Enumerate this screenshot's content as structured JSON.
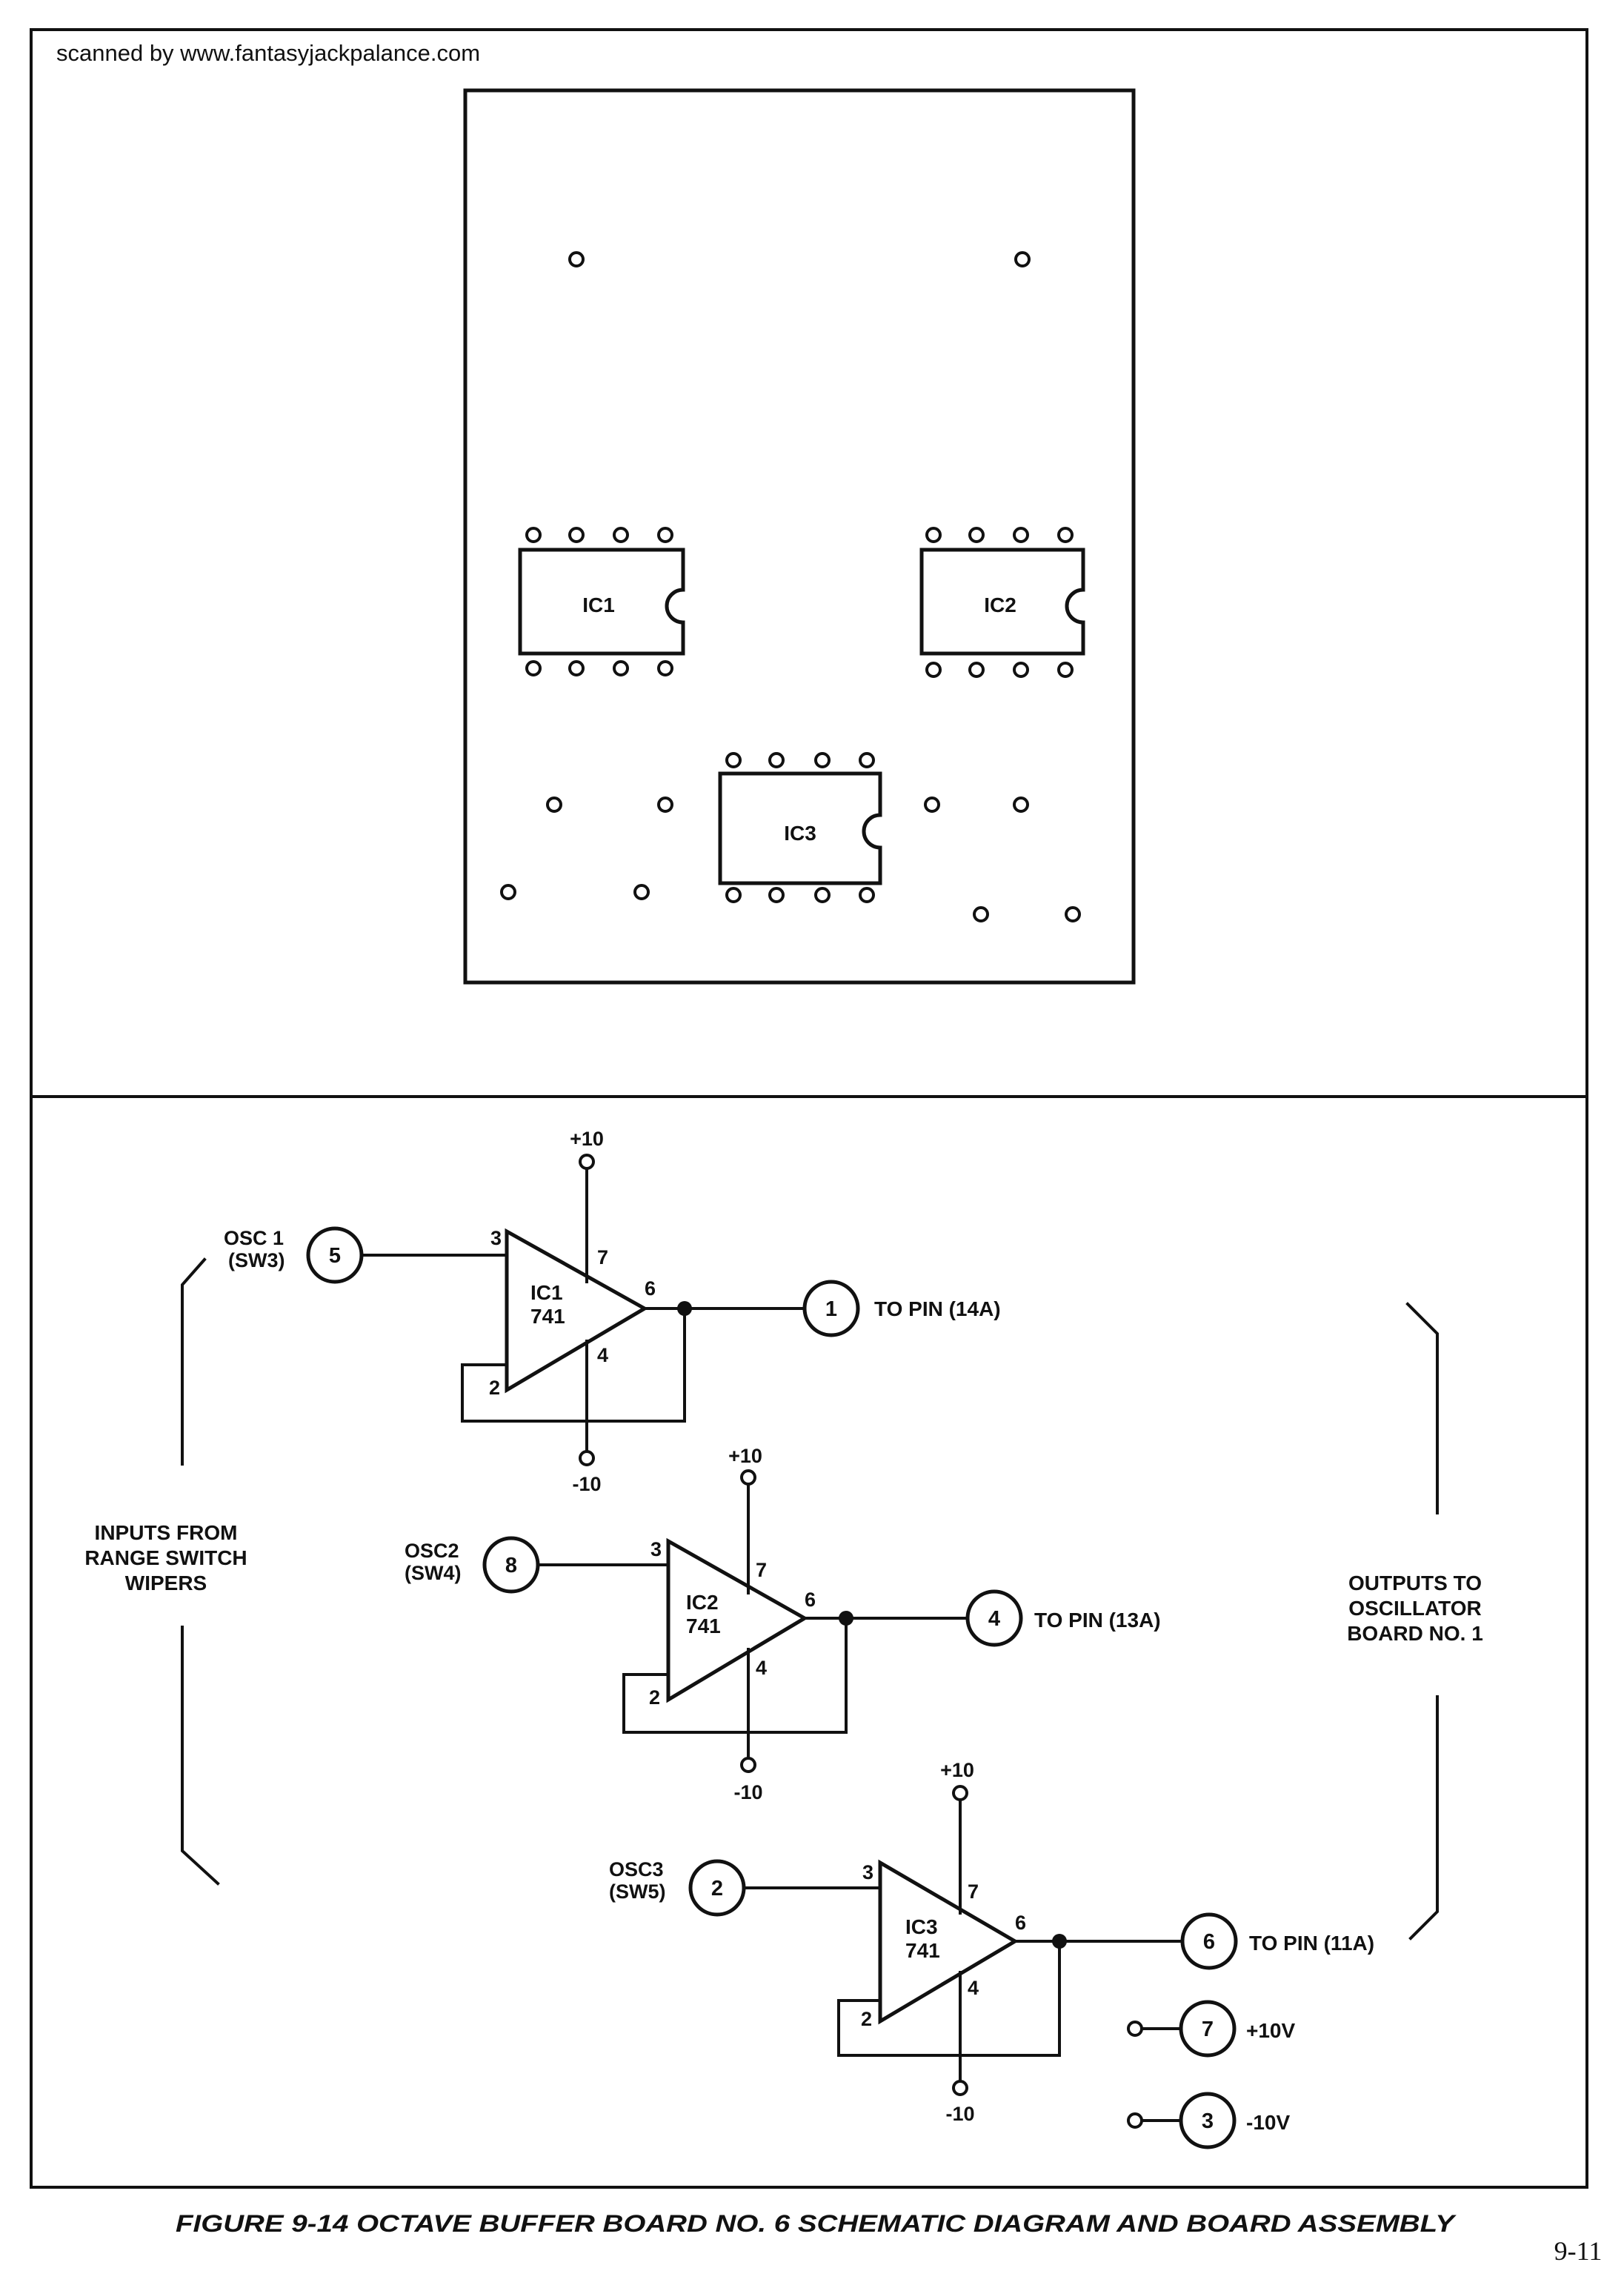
{
  "scan_credit": "scanned by www.fantasyjackpalance.com",
  "board": {
    "ics": [
      {
        "label": "IC1"
      },
      {
        "label": "IC2"
      },
      {
        "label": "IC3"
      }
    ]
  },
  "schematic": {
    "stages": [
      {
        "in_label": "OSC 1",
        "in_sub": "(SW3)",
        "in_pin": "5",
        "ic": "IC1",
        "part": "741",
        "plus": "+10",
        "minus": "-10",
        "pin_plus": "3",
        "pin_minus": "2",
        "pin_out": "6",
        "pin_vp": "7",
        "pin_vm": "4",
        "out_pin": "1",
        "out_label": "TO PIN (14A)"
      },
      {
        "in_label": "OSC2",
        "in_sub": "(SW4)",
        "in_pin": "8",
        "ic": "IC2",
        "part": "741",
        "plus": "+10",
        "minus": "-10",
        "pin_plus": "3",
        "pin_minus": "2",
        "pin_out": "6",
        "pin_vp": "7",
        "pin_vm": "4",
        "out_pin": "4",
        "out_label": "TO PIN (13A)"
      },
      {
        "in_label": "OSC3",
        "in_sub": "(SW5)",
        "in_pin": "2",
        "ic": "IC3",
        "part": "741",
        "plus": "+10",
        "minus": "-10",
        "pin_plus": "3",
        "pin_minus": "2",
        "pin_out": "6",
        "pin_vp": "7",
        "pin_vm": "4",
        "out_pin": "6",
        "out_label": "TO PIN (11A)"
      }
    ],
    "inputs_group": [
      "INPUTS FROM",
      "RANGE SWITCH",
      "WIPERS"
    ],
    "outputs_group": [
      "OUTPUTS TO",
      "OSCILLATOR",
      "BOARD NO. 1"
    ],
    "supplies": [
      {
        "pin": "7",
        "label": "+10V"
      },
      {
        "pin": "3",
        "label": "-10V"
      }
    ]
  },
  "caption": "FIGURE 9-14 OCTAVE BUFFER BOARD NO. 6 SCHEMATIC DIAGRAM AND BOARD ASSEMBLY",
  "page_number": "9-11"
}
